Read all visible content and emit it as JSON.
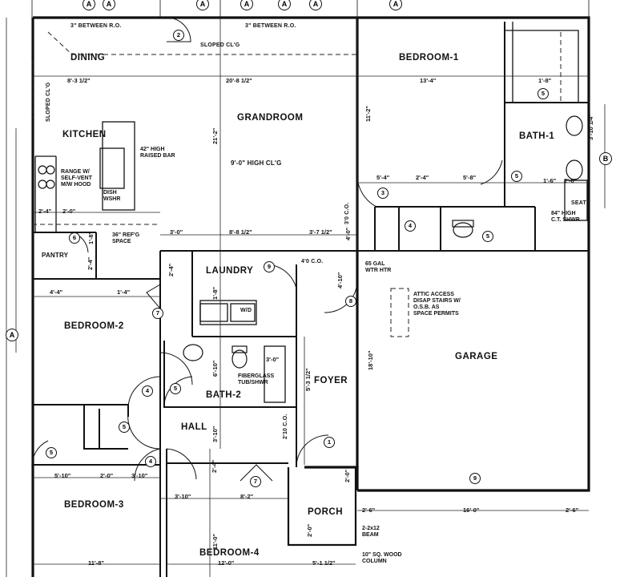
{
  "rooms": {
    "dining": "DINING",
    "grandroom": "GRANDROOM",
    "kitchen": "KITCHEN",
    "bedroom1": "BEDROOM-1",
    "bath1": "BATH-1",
    "laundry": "LAUNDRY",
    "bedroom2": "BEDROOM-2",
    "garage": "GARAGE",
    "bath2": "BATH-2",
    "foyer": "FOYER",
    "hall": "HALL",
    "bedroom3": "BEDROOM-3",
    "porch": "PORCH",
    "bedroom4": "BEDROOM-4",
    "pantry": "PANTRY"
  },
  "notes": {
    "between_ro_left": "3\" BETWEEN R.O.",
    "between_ro_right": "3\" BETWEEN R.O.",
    "sloped_clg": "SLOPED CL'G",
    "sloped_clg_vert": "SLOPED CL'G",
    "raised_bar": "42\" HIGH\nRAISED BAR",
    "high_clg": "9'-0\" HIGH CL'G",
    "range": "RANGE W/\nSELF-VENT\nM/W HOOD",
    "dishwasher": "DISH\nWSHR",
    "refrig": "36\" REF'G\nSPACE",
    "wtr_htr": "65 GAL\nWTR HTR",
    "attic": "ATTIC ACCESS\nDISAP STAIRS W/\nO.S.B. AS\nSPACE PERMITS",
    "seat": "SEAT",
    "ct_shwr": "84\" HIGH\nC.T. SHWR",
    "fiberglass": "FIBERGLASS\nTUB/SHWR",
    "beam": "2-2x12\nBEAM",
    "column": "10\" SQ. WOOD\nCOLUMN",
    "co_1": "3'0 C.O.",
    "co_2": "4'0 C.O.",
    "co_3": "2'10 C.O.",
    "wd": "W/D"
  },
  "dims": {
    "d1": "8'-3 1/2\"",
    "d2": "20'-8 1/2\"",
    "d3": "13'-4\"",
    "d4": "1'-8\"",
    "d5": "11'-2\"",
    "d6": "21'-2\"",
    "d7": "5'-4\"",
    "d8": "2'-4\"",
    "d9": "5'-8\"",
    "d10": "1'-6\"",
    "d11": "2'-6\"",
    "d12": "3'-10 1/4\"",
    "d13": "2'-4\"",
    "d14": "2'-0\"",
    "d15": "3'-0\"",
    "d16": "8'-8 1/2\"",
    "d17": "3'-7 1/2\"",
    "d18": "4'-0\"",
    "d19": "2'-4\"",
    "d20": "1'-8\"",
    "d21": "2'-4\"",
    "d22": "4'-4\"",
    "d23": "1'-4\"",
    "d24": "4'-10\"",
    "d25": "1'-8\"",
    "d26": "6'-10\"",
    "d27": "3'-0\"",
    "d28": "5'-3 1/2\"",
    "d29": "18'-10\"",
    "d30": "3'-10\"",
    "d31": "5'-10\"",
    "d32": "2'-0\"",
    "d33": "3'-10\"",
    "d34": "3'-10\"",
    "d35": "2'-4\"",
    "d36": "8'-2\"",
    "d37": "2'-0\"",
    "d38": "2'-6\"",
    "d39": "16'-0\"",
    "d40": "2'-6\"",
    "d41": "2'-0\"",
    "d42": "11'-8\"",
    "d43": "12'-0\"",
    "d44": "11'-0\"",
    "d45": "5'-1 1/2\""
  },
  "tags": {
    "t2": "2",
    "t3": "3",
    "t4a": "4",
    "t4b": "4",
    "t4c": "4",
    "t5a": "5",
    "t5b": "5",
    "t5c": "5",
    "t5d": "5",
    "t5e": "5",
    "t5f": "5",
    "t6": "6",
    "t7a": "7",
    "t7b": "7",
    "t8": "8",
    "t9a": "9",
    "t9b": "9",
    "t1": "1"
  },
  "grid_markers": {
    "top": [
      "A",
      "A",
      "A",
      "A",
      "A",
      "A",
      "A"
    ],
    "left": "A",
    "right": "B"
  }
}
